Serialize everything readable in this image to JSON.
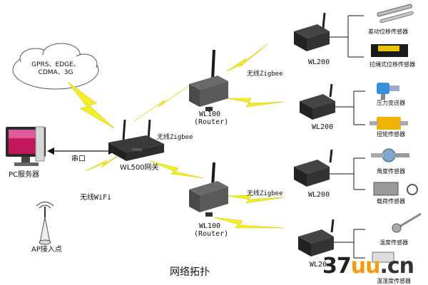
{
  "cloud": {
    "line1": "GPRS、EDGE、",
    "line2": "CDMA、3G"
  },
  "pc": {
    "label": "PC服务器"
  },
  "serial": {
    "label": "串口"
  },
  "gateway": {
    "label": "WL500网关"
  },
  "ap": {
    "label": "AP接入点"
  },
  "links": {
    "wifi": "无线WiFi",
    "zigbee_gw": "无线Zigbee",
    "zigbee_r1": "无线Zigbee",
    "zigbee_r2": "无线Zigbee"
  },
  "routers": [
    {
      "model": "WL100",
      "role": "(Router)"
    },
    {
      "model": "WL100",
      "role": "(Router)"
    }
  ],
  "nodes": [
    {
      "label": "WL200"
    },
    {
      "label": "WL200"
    },
    {
      "label": "WL200"
    },
    {
      "label": "WL20"
    }
  ],
  "sensors": [
    "差动位移传感器",
    "拉绳式位移传感器",
    "压力变送器",
    "扭矩传感器",
    "角度传感器",
    "载荷传感器",
    "温度传感器",
    "温湿度传感器"
  ],
  "caption": "网络拓扑",
  "watermark": {
    "a": "37",
    "b": "uu",
    "c": ".cn"
  }
}
